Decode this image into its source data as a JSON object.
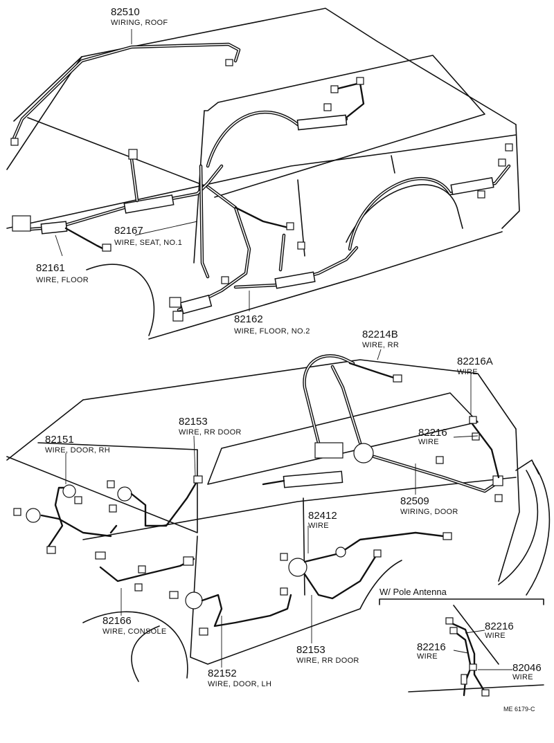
{
  "parts": {
    "p82510": {
      "number": "82510",
      "name": "WIRING, ROOF"
    },
    "p82167": {
      "number": "82167",
      "name": "WIRE, SEAT, NO.1"
    },
    "p82161": {
      "number": "82161",
      "name": "WIRE, FLOOR"
    },
    "p82162": {
      "number": "82162",
      "name": "WIRE, FLOOR, NO.2"
    },
    "p82214b": {
      "number": "82214B",
      "name": "WIRE, RR"
    },
    "p82216a": {
      "number": "82216A",
      "name": "WIRE"
    },
    "p82153a": {
      "number": "82153",
      "name": "WIRE, RR DOOR"
    },
    "p82151": {
      "number": "82151",
      "name": "WIRE, DOOR, RH"
    },
    "p82216": {
      "number": "82216",
      "name": "WIRE"
    },
    "p82509": {
      "number": "82509",
      "name": "WIRING, DOOR"
    },
    "p82412": {
      "number": "82412",
      "name": "WIRE"
    },
    "p82166": {
      "number": "82166",
      "name": "WIRE, CONSOLE"
    },
    "p82153b": {
      "number": "82153",
      "name": "WIRE, RR DOOR"
    },
    "p82152": {
      "number": "82152",
      "name": "WIRE, DOOR, LH"
    }
  },
  "inset": {
    "title": "W/ Pole Antenna",
    "parts": {
      "a82216": {
        "number": "82216",
        "name": "WIRE"
      },
      "b82216": {
        "number": "82216",
        "name": "WIRE"
      },
      "c82046": {
        "number": "82046",
        "name": "WIRE"
      }
    }
  },
  "drawing_code": "ME 6179-C"
}
